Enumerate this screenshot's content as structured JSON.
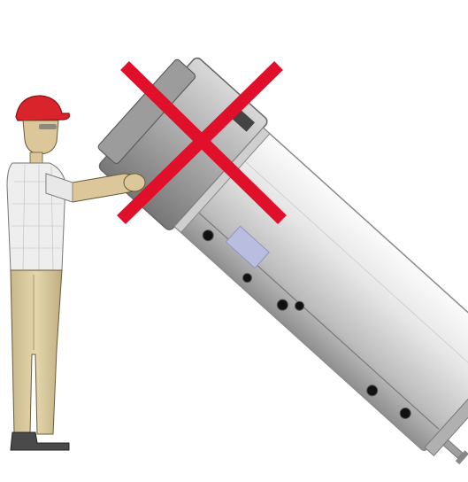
{
  "illustration": {
    "subject": "worker-tilting-water-heater",
    "prohibition_mark": "cross-mark",
    "colors": {
      "prohibition": "#e0102a",
      "helmet": "#d8242a",
      "skin": "#dcc79a",
      "shirt": "#eeeeee",
      "trousers": "#d7c79c",
      "shoes": "#4a4a4a",
      "tank_light": "#f2f2f2",
      "tank_dark": "#9a9a9a",
      "fitting": "#111111",
      "label_panel": "#b9bde0"
    },
    "icons": [
      "worker-figure",
      "water-heater-tank",
      "prohibition-cross-icon"
    ]
  }
}
